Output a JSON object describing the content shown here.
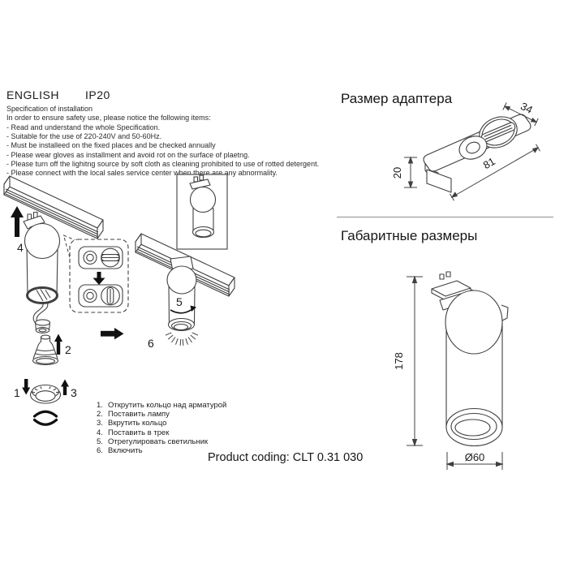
{
  "header": {
    "language": "ENGLISH",
    "ip_rating": "IP20"
  },
  "spec": {
    "title": "Specification of installation",
    "intro": "In order to ensure safety use, please notice the following items:",
    "items": [
      "- Read and understand the whole Specification.",
      "- Suitable for the use of 220-240V and 50-60Hz.",
      "- Must be installeed on the fixed places and be checked annually",
      "- Please wear gloves as installment and avoid rot on the surface of plaetng.",
      "- Please turn off the lighitng source by soft cloth as cleaning prohibited to use of rotted detergent.",
      "- Please connect with the local sales service center when there are any abnormality."
    ]
  },
  "diagram": {
    "step_labels": {
      "s1": "1",
      "s2": "2",
      "s3": "3",
      "s4": "4",
      "s5": "5",
      "s6": "6"
    }
  },
  "adapter_section": {
    "title": "Размер адаптера",
    "dims": {
      "width": "34",
      "length": "81",
      "height": "20"
    }
  },
  "overall_section": {
    "title": "Габаритные размеры",
    "dims": {
      "height": "178",
      "diameter": "Ø60"
    }
  },
  "instructions_ru": {
    "items": [
      {
        "num": "1.",
        "text": "Открутить кольцо над арматурой"
      },
      {
        "num": "2.",
        "text": "Поставить лампу"
      },
      {
        "num": "3.",
        "text": "Вкрутить кольцо"
      },
      {
        "num": "4.",
        "text": "Поставить в трек"
      },
      {
        "num": "5.",
        "text": "Отрегулировать светильник"
      },
      {
        "num": "6.",
        "text": "Включить"
      }
    ]
  },
  "footer": {
    "product_coding": "Product coding: CLT 0.31 030"
  },
  "colors": {
    "line": "#404040",
    "text": "#1b1b1b",
    "divider": "#8f8f8f"
  }
}
